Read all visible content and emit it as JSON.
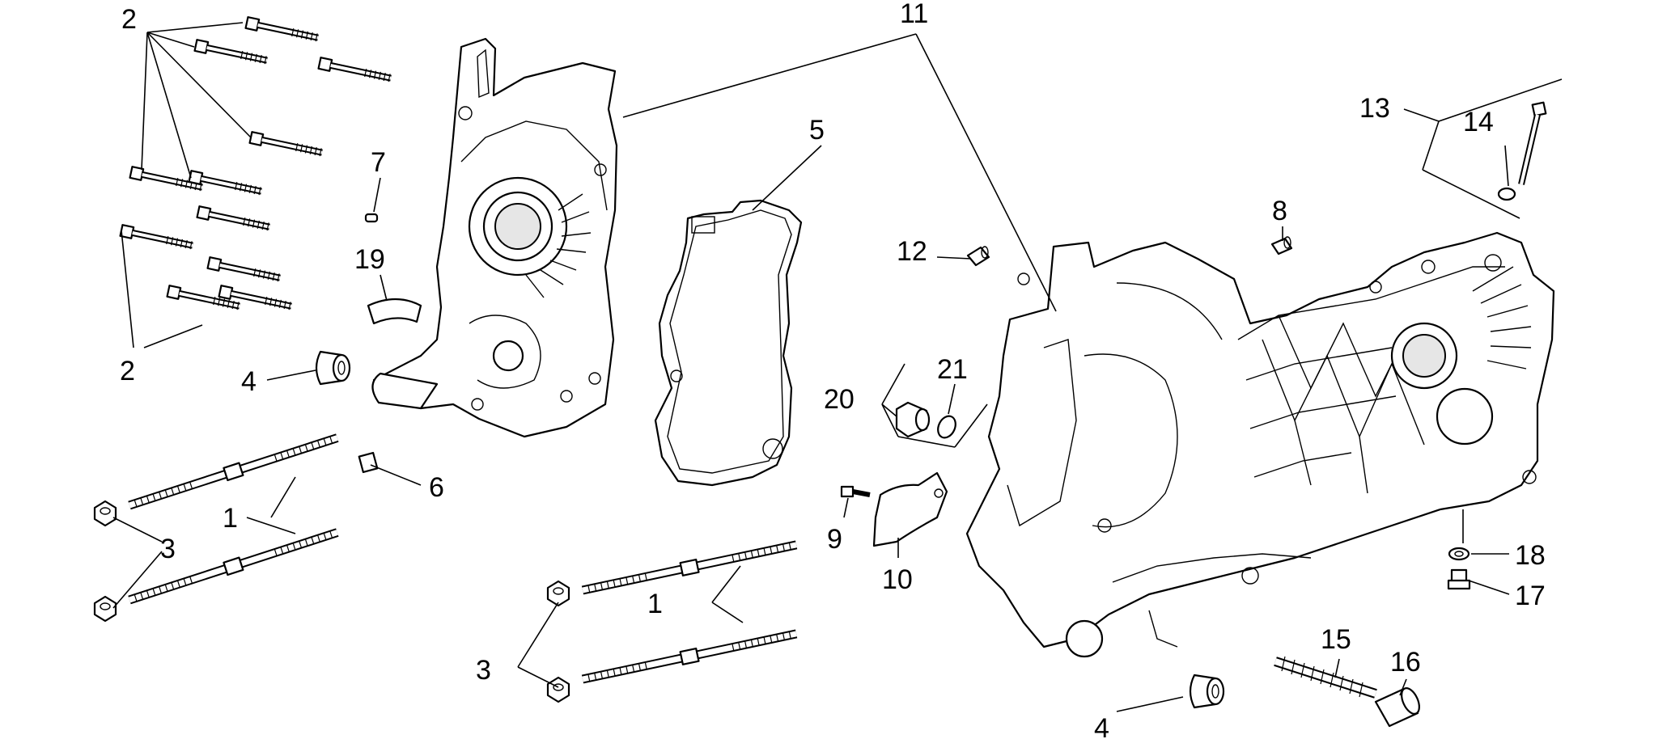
{
  "diagram": {
    "callouts": [
      "1",
      "1",
      "2",
      "2",
      "3",
      "3",
      "4",
      "4",
      "5",
      "6",
      "7",
      "8",
      "9",
      "10",
      "11",
      "12",
      "13",
      "14",
      "15",
      "16",
      "17",
      "18",
      "19",
      "20",
      "21"
    ]
  },
  "colors": {
    "line": "#000000",
    "background": "#ffffff",
    "part_shade": "#e6e6e6"
  }
}
